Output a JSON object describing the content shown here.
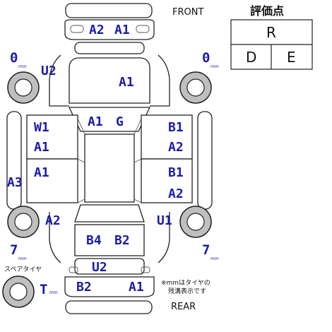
{
  "labels": {
    "front": "FRONT",
    "rear": "REAR",
    "spare_tire": "スペアタイヤ",
    "note_line1": "※mmはタイヤの",
    "note_line2": "残溝表示です",
    "mm": "mm"
  },
  "grade": {
    "title": "評価点",
    "overall": "R",
    "interior": "D",
    "exterior": "E"
  },
  "tires": {
    "front_left": "0",
    "front_right": "0",
    "rear_left": "7",
    "rear_right": "7",
    "spare": "T"
  },
  "damage": {
    "front_bumper_1": "A2",
    "front_bumper_2": "A1",
    "left_front_fender": "U2",
    "hood": "A1",
    "roof_1": "A1",
    "roof_2": "G",
    "left_front_door_1": "W1",
    "left_front_door_2": "A1",
    "left_rear_door": "A1",
    "left_rocker": "A3",
    "left_rear_fender": "A2",
    "right_front_door_1": "B1",
    "right_front_door_2": "A2",
    "right_rear_door_1": "B1",
    "right_rear_door_2": "A2",
    "right_rear_fender": "U1",
    "trunk_1": "B4",
    "trunk_2": "B2",
    "rear_panel": "U2",
    "rear_bumper_1": "B2",
    "rear_bumper_2": "A1"
  },
  "colors": {
    "code_text": "#1a1aaa",
    "tire_fill": "#bfbfbf"
  }
}
